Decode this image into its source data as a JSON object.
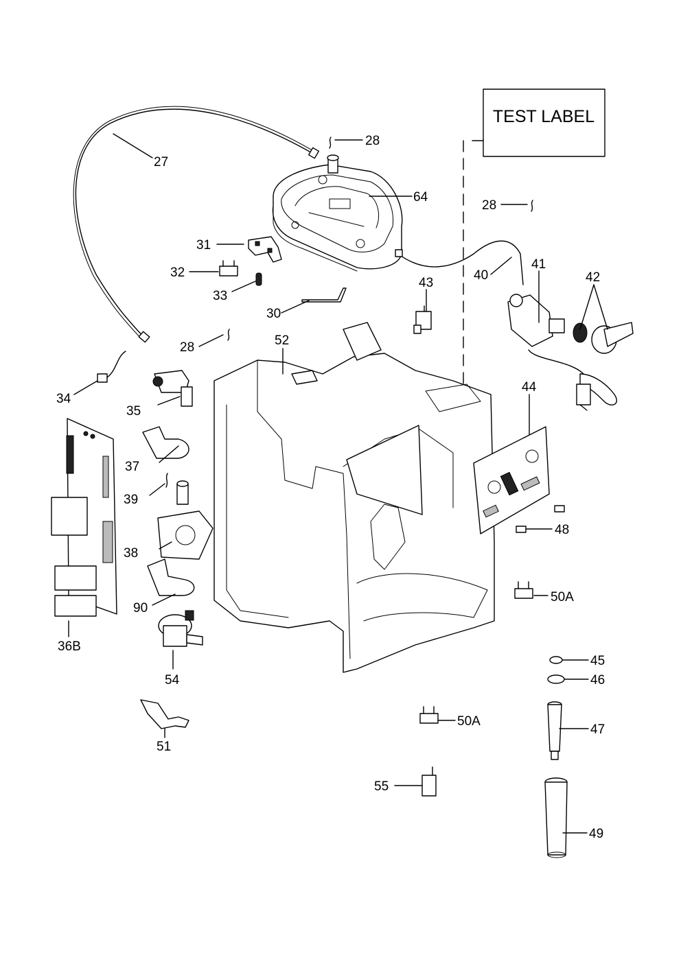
{
  "test_label": "TEST LABEL",
  "callouts": {
    "c27": "27",
    "c28a": "28",
    "c28b": "28",
    "c28c": "28",
    "c64": "64",
    "c31": "31",
    "c32": "32",
    "c33": "33",
    "c30": "30",
    "c40": "40",
    "c41": "41",
    "c42": "42",
    "c43": "43",
    "c52": "52",
    "c34": "34",
    "c35": "35",
    "c44": "44",
    "c37": "37",
    "c39": "39",
    "c38": "38",
    "c48": "48",
    "c90": "90",
    "c36b": "36B",
    "c50a1": "50A",
    "c54": "54",
    "c45": "45",
    "c46": "46",
    "c51": "51",
    "c50a2": "50A",
    "c47": "47",
    "c55": "55",
    "c49": "49"
  }
}
